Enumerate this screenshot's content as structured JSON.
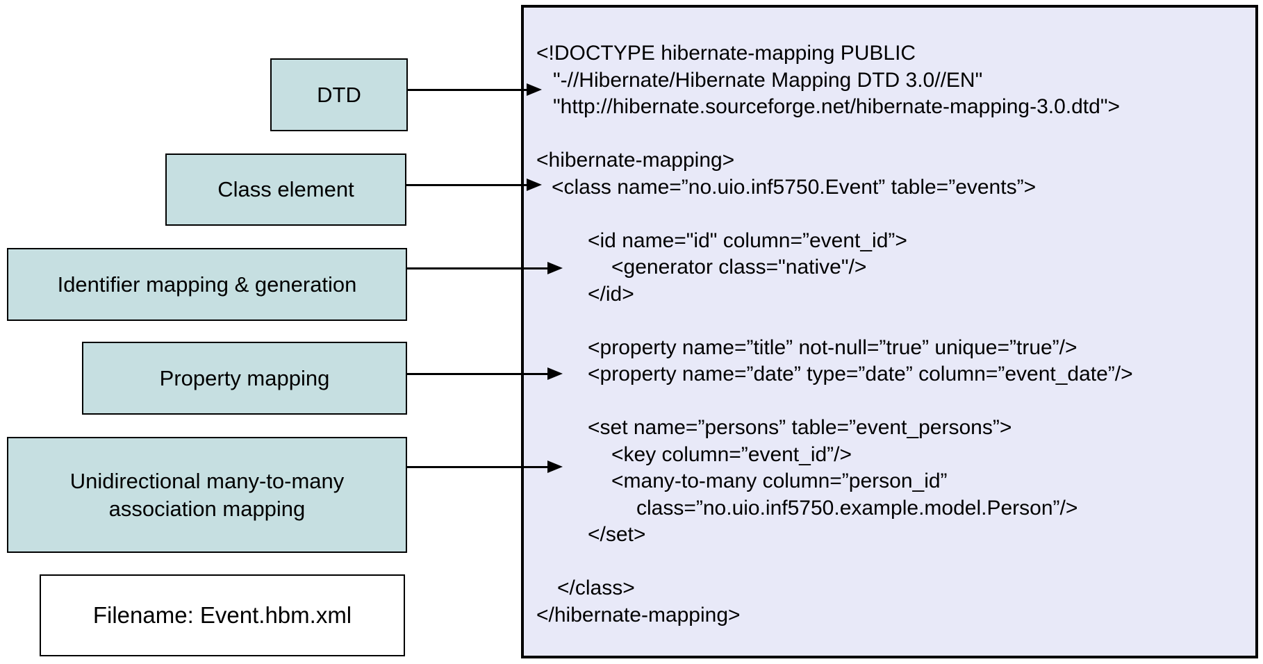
{
  "colors": {
    "label_box_fill": "#c6dfe1",
    "panel_fill": "#e8e9f8",
    "line_color": "#000000"
  },
  "labels": {
    "dtd": "DTD",
    "class_element": "Class element",
    "identifier": "Identifier mapping & generation",
    "property": "Property mapping",
    "many_to_many": "Unidirectional many-to-many\nassociation mapping",
    "filename": "Filename: Event.hbm.xml"
  },
  "code": {
    "lines": [
      {
        "indent": 0,
        "text": "<!DOCTYPE hibernate-mapping PUBLIC"
      },
      {
        "indent": 24,
        "text": "\"-//Hibernate/Hibernate Mapping DTD 3.0//EN\""
      },
      {
        "indent": 24,
        "text": "\"http://hibernate.sourceforge.net/hibernate-mapping-3.0.dtd\">"
      },
      {
        "indent": 0,
        "text": ""
      },
      {
        "indent": 0,
        "text": "<hibernate-mapping>"
      },
      {
        "indent": 22,
        "text": "<class name=”no.uio.inf5750.Event” table=”events”>"
      },
      {
        "indent": 0,
        "text": ""
      },
      {
        "indent": 74,
        "text": "<id name=\"id\" column=”event_id”>"
      },
      {
        "indent": 108,
        "text": "<generator class=\"native\"/>"
      },
      {
        "indent": 74,
        "text": "</id>"
      },
      {
        "indent": 0,
        "text": ""
      },
      {
        "indent": 74,
        "text": "<property name=”title” not-null=”true” unique=”true”/>"
      },
      {
        "indent": 74,
        "text": "<property name=”date” type=”date” column=”event_date”/>"
      },
      {
        "indent": 0,
        "text": ""
      },
      {
        "indent": 74,
        "text": "<set name=”persons” table=”event_persons”>"
      },
      {
        "indent": 108,
        "text": "<key column=”event_id”/>"
      },
      {
        "indent": 108,
        "text": "<many-to-many column=”person_id”"
      },
      {
        "indent": 144,
        "text": "class=”no.uio.inf5750.example.model.Person”/>"
      },
      {
        "indent": 74,
        "text": "</set>"
      },
      {
        "indent": 0,
        "text": ""
      },
      {
        "indent": 30,
        "text": "</class>"
      },
      {
        "indent": 0,
        "text": "</hibernate-mapping>"
      }
    ]
  }
}
